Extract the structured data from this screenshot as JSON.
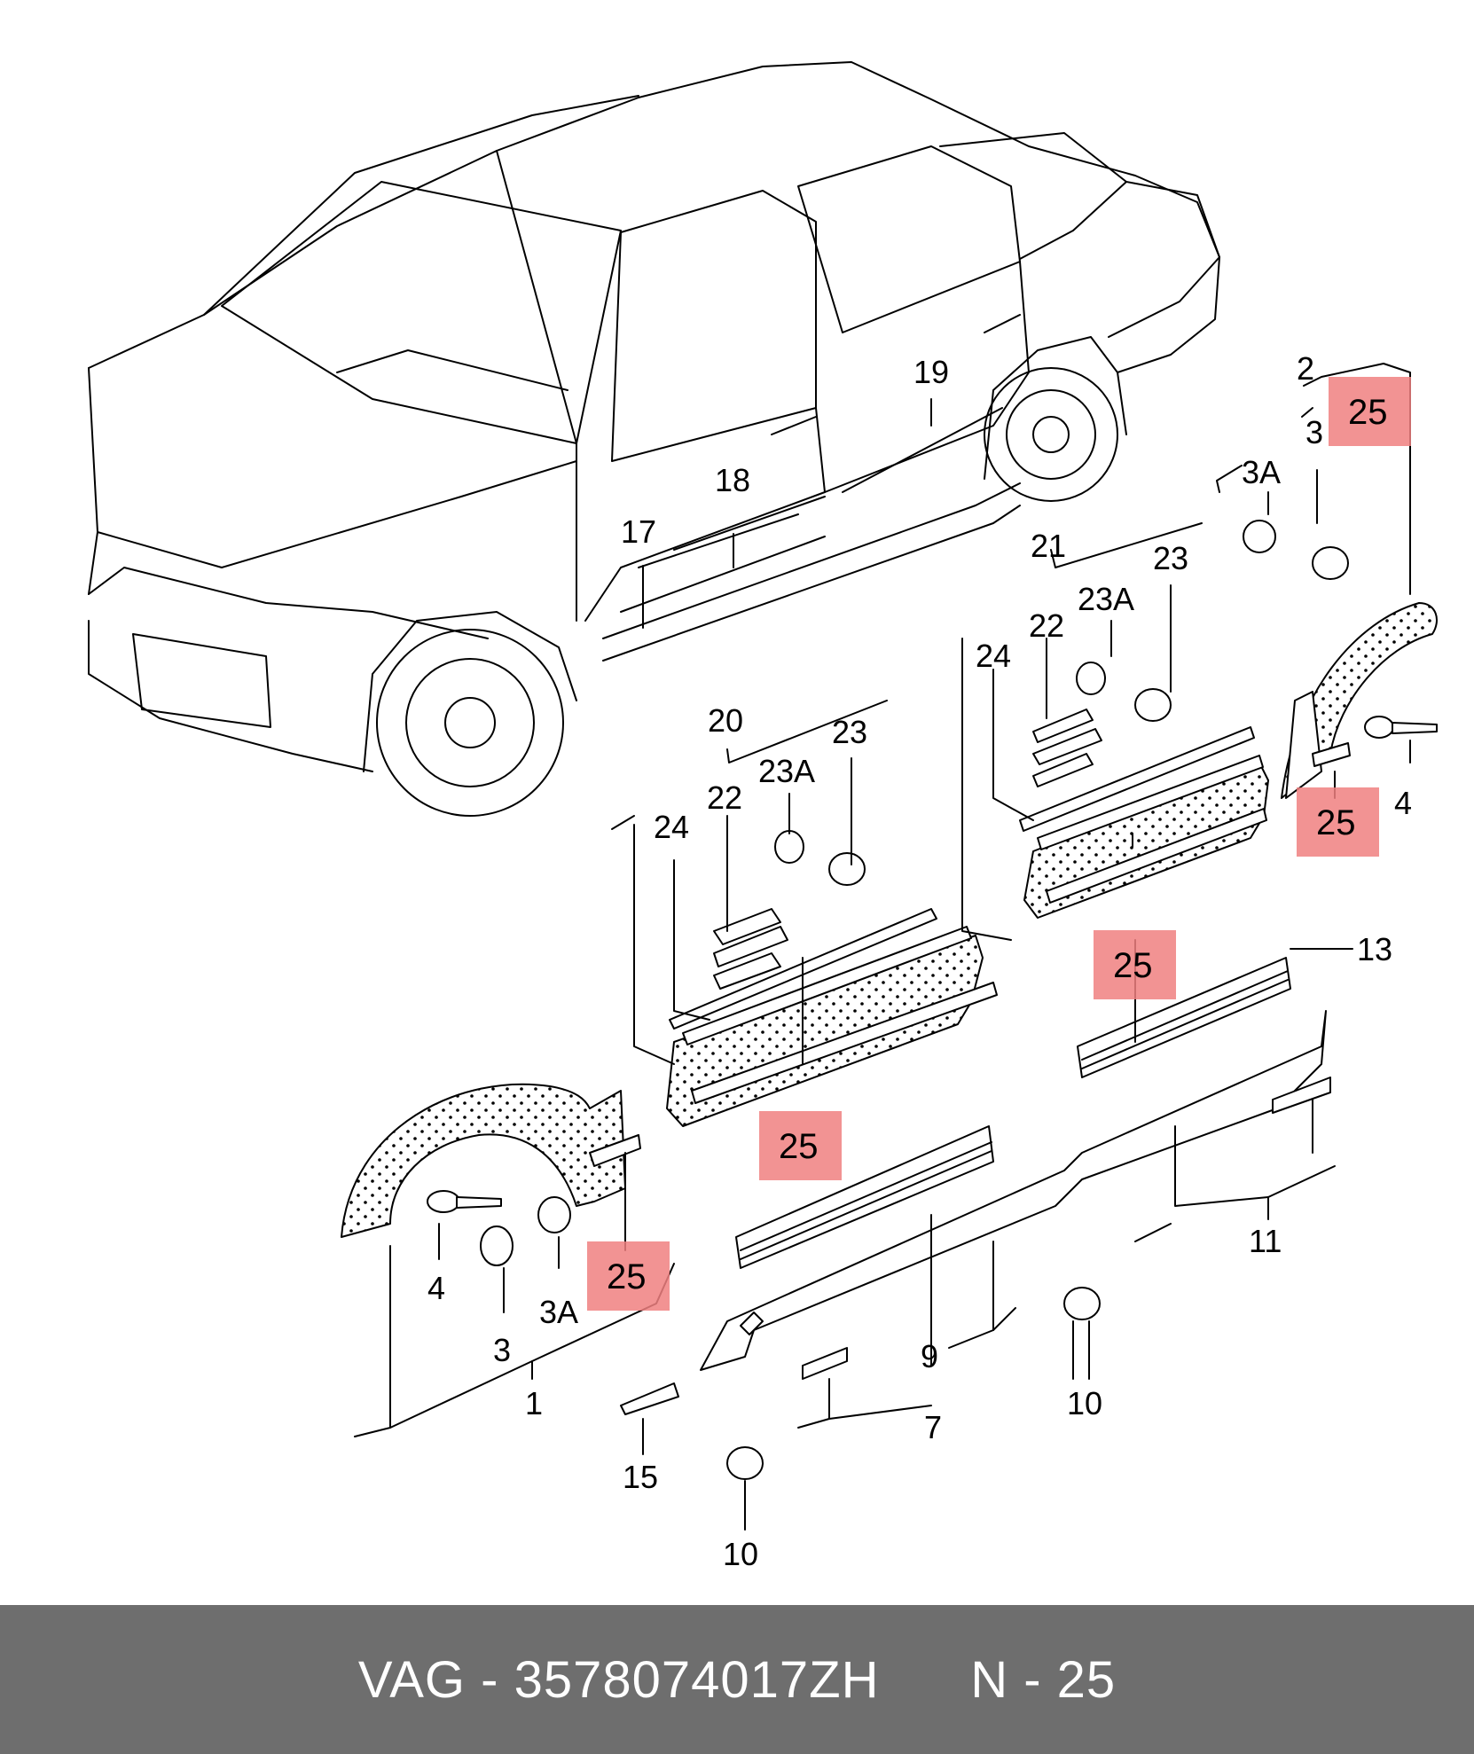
{
  "diagram": {
    "labels": {
      "l1": "1",
      "l2": "2",
      "l3a": "3",
      "l3b": "3",
      "l3Aa": "3A",
      "l3Ab": "3A",
      "l4a": "4",
      "l4b": "4",
      "l7": "7",
      "l9": "9",
      "l10a": "10",
      "l10b": "10",
      "l11": "11",
      "l13": "13",
      "l15": "15",
      "l17": "17",
      "l18": "18",
      "l19": "19",
      "l20": "20",
      "l21": "21",
      "l22a": "22",
      "l22b": "22",
      "l23a": "23",
      "l23b": "23",
      "l23Aa": "23A",
      "l23Ab": "23A",
      "l24a": "24",
      "l24b": "24"
    },
    "highlight_label": "25",
    "highlight_color": "#f08080"
  },
  "footer": {
    "brand": "VAG",
    "separator": "-",
    "part_number": "3578074017ZH",
    "position_label": "N - 25",
    "background_color": "#6e6e6e",
    "text_color": "#ffffff"
  }
}
